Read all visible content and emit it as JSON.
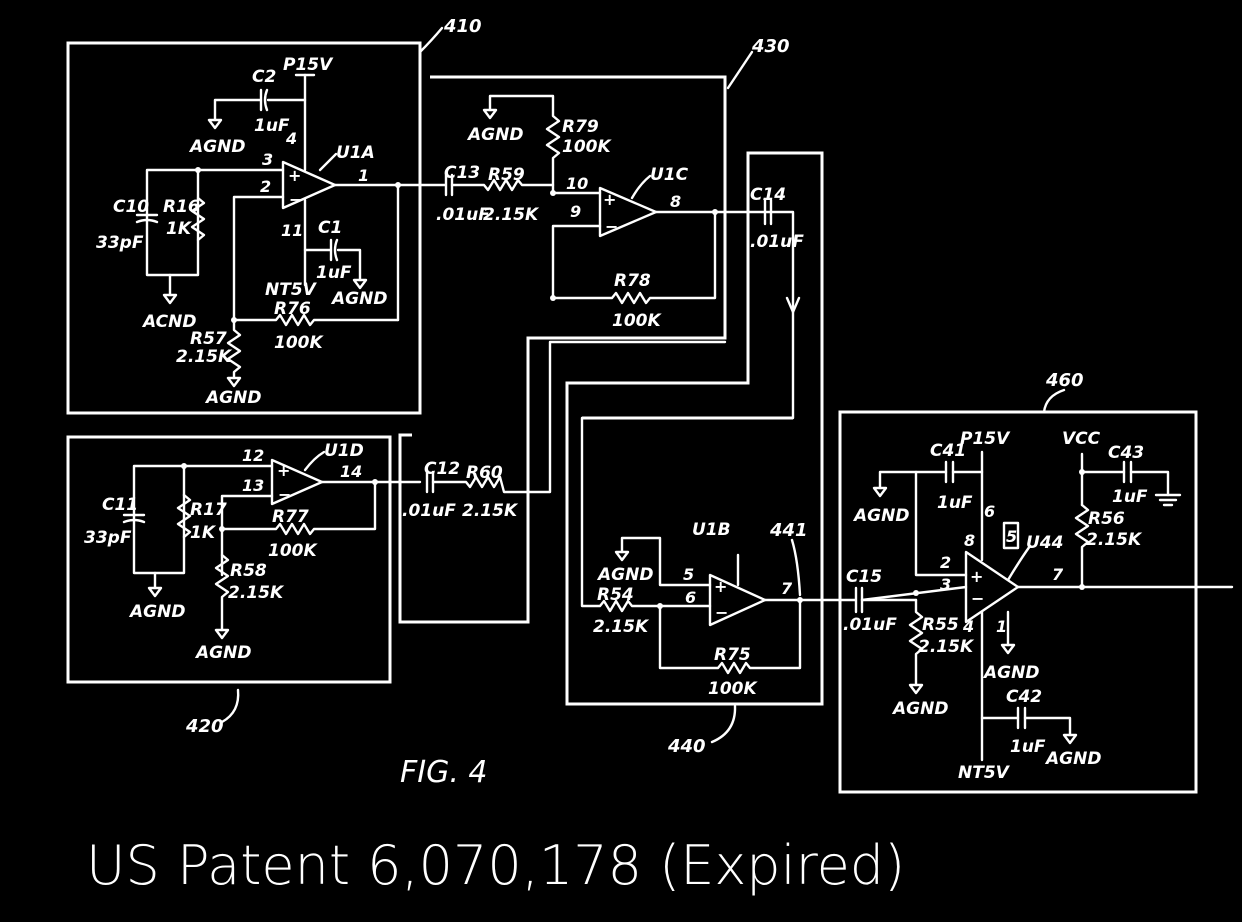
{
  "figure_label": "FIG. 4",
  "footer_text": "US Patent 6,070,178 (Expired)",
  "blocks": {
    "b410": "410",
    "b420": "420",
    "b430": "430",
    "b440": "440",
    "b460": "460",
    "node441": "441"
  },
  "opamps": {
    "u1a": "U1A",
    "u1c": "U1C",
    "u1d": "U1D",
    "u1b": "U1B",
    "u44": "U44"
  },
  "nets": {
    "p15v": "P15V",
    "nt5v": "NT5V",
    "agnd": "AGND",
    "acnd": "ACND",
    "vcc": "VCC"
  },
  "components": {
    "c2": "C2",
    "c2_val": "1uF",
    "c1": "C1",
    "c1_val": "1uF",
    "c10": "C10",
    "c10_val": "33pF",
    "r16": "R16",
    "r16_val": "1K",
    "r76": "R76",
    "r76_val": "100K",
    "r57": "R57",
    "r57_val": "2.15K",
    "c13": "C13",
    "c13_val": ".01uF",
    "r59": "R59",
    "r59_val": "2.15K",
    "r79": "R79",
    "r79_val": "100K",
    "r78": "R78",
    "r78_val": "100K",
    "c14": "C14",
    "c14_val": ".01uF",
    "c11": "C11",
    "c11_val": "33pF",
    "r17": "R17",
    "r17_val": "1K",
    "r77": "R77",
    "r77_val": "100K",
    "r58": "R58",
    "r58_val": "2.15K",
    "c12": "C12",
    "c12_val": ".01uF",
    "r60": "R60",
    "r60_val": "2.15K",
    "r54": "R54",
    "r54_val": "2.15K",
    "r75": "R75",
    "r75_val": "100K",
    "c15": "C15",
    "c15_val": ".01uF",
    "r55": "R55",
    "r55_val": "2.15K",
    "c41": "C41",
    "c41_val": "1uF",
    "c43": "C43",
    "c43_val": "1uF",
    "r56": "R56",
    "r56_val": "2.15K",
    "c42": "C42",
    "c42_val": "1uF"
  },
  "pins": {
    "p1": "1",
    "p2": "2",
    "p3": "3",
    "p4": "4",
    "p5": "5",
    "p6": "6",
    "p7": "7",
    "p8": "8",
    "p9": "9",
    "p10": "10",
    "p11": "11",
    "p12": "12",
    "p13": "13",
    "p14": "14"
  }
}
